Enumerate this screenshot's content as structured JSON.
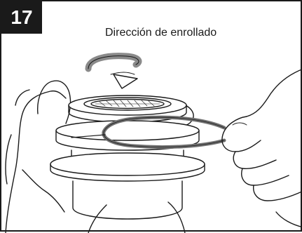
{
  "figure": {
    "step_number": "17",
    "caption": "Dirección de enrollado"
  },
  "colors": {
    "ink": "#1a1a1a",
    "arrow_gray": "#8a8a8a",
    "line_gray": "#707070",
    "background": "#ffffff"
  },
  "icons": {
    "rotation_arrow": "curved-arrow-right"
  }
}
